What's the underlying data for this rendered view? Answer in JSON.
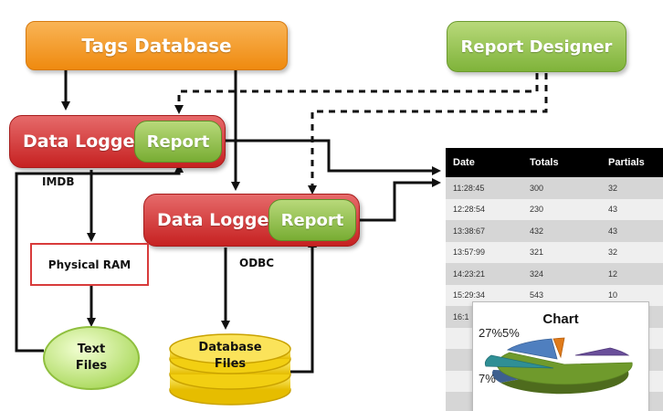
{
  "tags_db": {
    "label": "Tags Database"
  },
  "report_designer": {
    "label": "Report Designer"
  },
  "logger1": {
    "label": "Data Logger",
    "report_label": "Report",
    "db_type": "IMDB"
  },
  "logger2": {
    "label": "Data Logger",
    "report_label": "Report",
    "db_type": "ODBC"
  },
  "physical_ram": {
    "label": "Physical RAM"
  },
  "text_files": {
    "line1": "Text",
    "line2": "Files"
  },
  "database_files": {
    "line1": "Database",
    "line2": "Files"
  },
  "report_table": {
    "headers": [
      "Date",
      "Totals",
      "Partials"
    ],
    "rows": [
      [
        "11:28:45",
        "300",
        "32"
      ],
      [
        "12:28:54",
        "230",
        "43"
      ],
      [
        "13:38:67",
        "432",
        "43"
      ],
      [
        "13:57:99",
        "321",
        "32"
      ],
      [
        "14:23:21",
        "324",
        "12"
      ],
      [
        "15:29:34",
        "543",
        "10"
      ],
      [
        "16:1",
        "",
        ""
      ],
      [
        "",
        "",
        ""
      ],
      [
        "",
        "",
        ""
      ],
      [
        "",
        "",
        ""
      ],
      [
        "",
        "",
        ""
      ],
      [
        "",
        "",
        ""
      ]
    ]
  },
  "chart": {
    "title": "Chart",
    "labels": [
      "27%",
      "5%",
      "7%"
    ]
  },
  "colors": {
    "orange": "#ef8a0f",
    "green": "#7fb33a",
    "red": "#c62121",
    "yellow": "#f4d21a",
    "text_files_green": "#cde98a"
  }
}
